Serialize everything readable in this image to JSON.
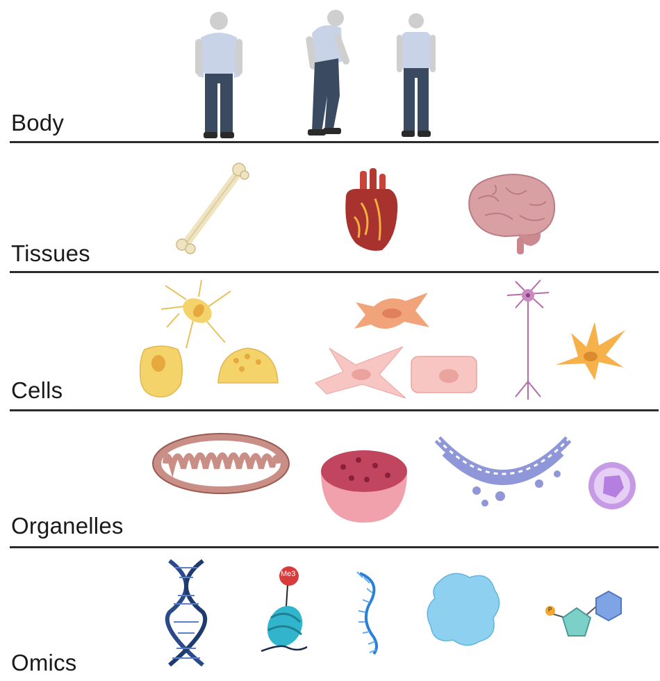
{
  "levels": [
    {
      "label": "Body"
    },
    {
      "label": "Tissues"
    },
    {
      "label": "Cells"
    },
    {
      "label": "Organelles"
    },
    {
      "label": "Omics"
    }
  ],
  "omics": {
    "methyl_tag": "Me3",
    "phosphate_tag": "P"
  },
  "icons": {
    "body": [
      "person-icon",
      "elderly-person-icon",
      "person-icon"
    ],
    "tissues": [
      "bone-icon",
      "heart-icon",
      "brain-icon"
    ],
    "cells": [
      "osteoblast-cell-icon",
      "osteocyte-cell-icon",
      "osteoclast-cell-icon",
      "fibroblast-cell-icon",
      "myofibroblast-cell-icon",
      "cardiomyocyte-cell-icon",
      "neuron-cell-icon",
      "astrocyte-cell-icon"
    ],
    "organelles": [
      "mitochondrion-icon",
      "lysosome-icon",
      "endoplasmic-reticulum-icon",
      "peroxisome-icon"
    ],
    "omics": [
      "dna-icon",
      "histone-icon",
      "rna-icon",
      "protein-icon",
      "metabolite-icon"
    ]
  },
  "colors": {
    "divider": "#2b2b2b",
    "shirt": "#c9d3e8",
    "pants": "#3a4a60",
    "bone": "#efe3c0",
    "heart": "#a8322d",
    "brain": "#d9a0a4",
    "cell_yellow": "#f5d36b",
    "cell_pink": "#f7c5c2",
    "mito": "#c98f86",
    "lyso": "#e57f8e",
    "er": "#8f97d8",
    "perox": "#c79ae6",
    "dna": "#2a4a8c",
    "histone": "#30b5cc",
    "protein": "#8ed0ef"
  }
}
